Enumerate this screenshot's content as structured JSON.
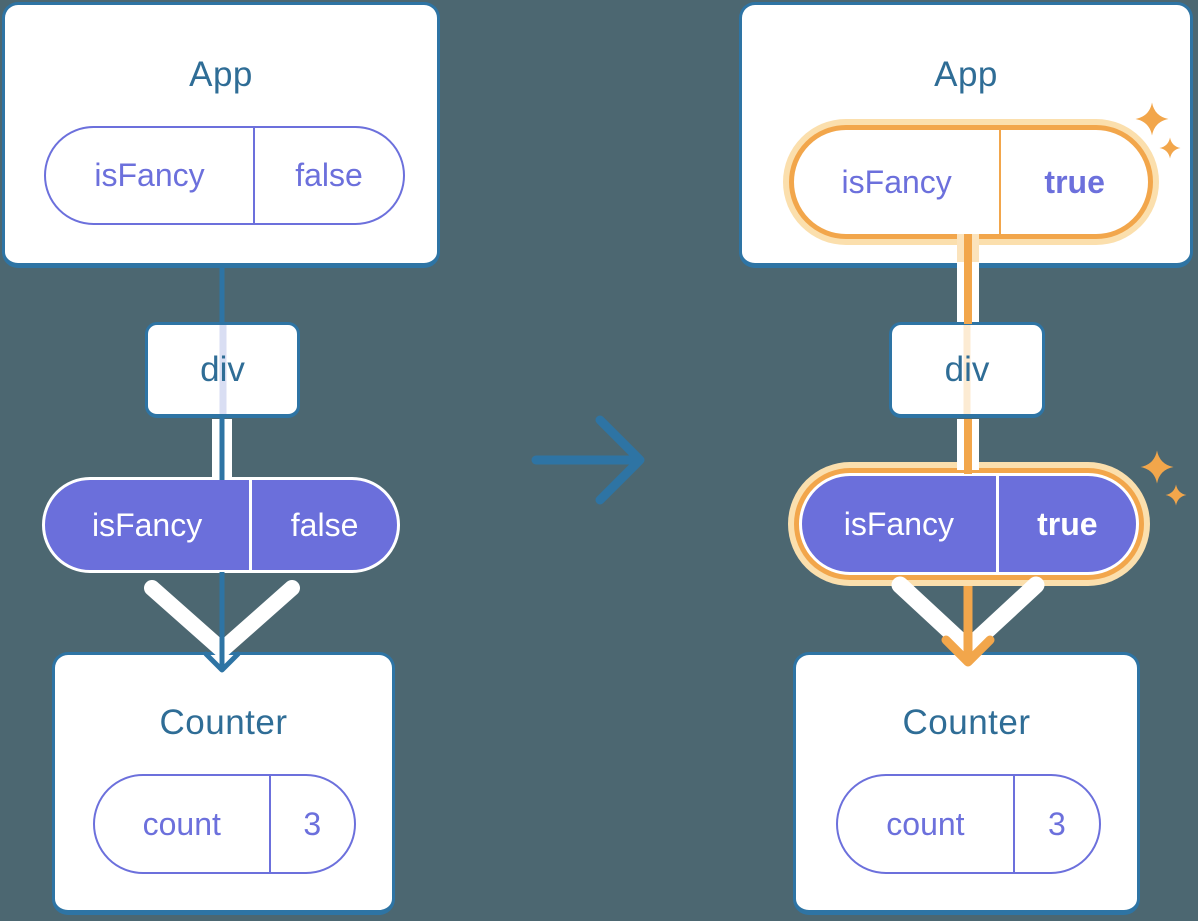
{
  "diagram": {
    "before": {
      "app": {
        "title": "App",
        "prop": {
          "name": "isFancy",
          "value": "false"
        }
      },
      "div_node": {
        "label": "div"
      },
      "passed_prop": {
        "name": "isFancy",
        "value": "false"
      },
      "counter": {
        "title": "Counter",
        "state": {
          "name": "count",
          "value": "3"
        }
      },
      "highlighted": false
    },
    "after": {
      "app": {
        "title": "App",
        "prop": {
          "name": "isFancy",
          "value": "true"
        }
      },
      "div_node": {
        "label": "div"
      },
      "passed_prop": {
        "name": "isFancy",
        "value": "true"
      },
      "counter": {
        "title": "Counter",
        "state": {
          "name": "count",
          "value": "3"
        }
      },
      "highlighted": true
    },
    "colors": {
      "background": "#4C6771",
      "card_fill": "#FFFFFF",
      "card_border_blue": "#2E74A4",
      "title_text_blue": "#2F6D96",
      "pill_purple": "#6B6FDB",
      "pill_purple_stroke": "#6C70DC",
      "highlight_orange": "#F2A64B",
      "highlight_orange_light": "#FBDFAD",
      "thru_line_lavender": "#D9DEF3",
      "thru_line_peach": "#FCEBD3"
    }
  }
}
